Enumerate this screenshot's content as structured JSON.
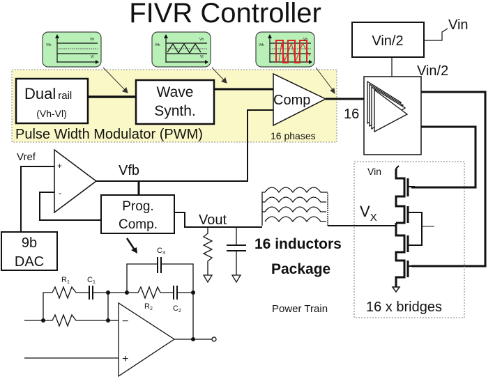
{
  "title": "FIVR Controller",
  "pwm": {
    "label": "Pulse Width Modulator (PWM)",
    "dual_rail_main": "Dual",
    "dual_rail_small": "rail",
    "dual_rail_sub": "(Vh-Vl)",
    "wave_line1": "Wave",
    "wave_line2": "Synth.",
    "comp": "Comp",
    "phases": "16 phases",
    "bg_color": "#fbf8c8"
  },
  "waveform_icons": [
    {
      "name": "rails",
      "vh": "Vh",
      "vl": "Vl",
      "vth": "Vth"
    },
    {
      "name": "triangle",
      "vh": "Vh",
      "vl": "Vl",
      "vth": "Vth"
    },
    {
      "name": "pwm-pulses",
      "vh": "Vh",
      "vl": "Vl",
      "vth": "Vth",
      "pulse_color": "#e02020"
    }
  ],
  "icon_bg": "#b8f0b8",
  "vin_half_box": "Vin/2",
  "vin_label": "Vin",
  "vin_half_label": "Vin/2",
  "bus_width": "16",
  "vref": "Vref",
  "vfb": "Vfb",
  "plus": "+",
  "minus": "-",
  "prog_comp_line1": "Prog.",
  "prog_comp_line2": "Comp.",
  "dac_line1": "9b",
  "dac_line2": "DAC",
  "vout": "Vout",
  "inductors": "16 inductors",
  "package": "Package",
  "power_train": "Power Train",
  "bridges": "16 x bridges",
  "bridge_vin": "Vin",
  "vx_main": "V",
  "vx_sub": "X",
  "comp_net": {
    "r1": "R",
    "r1_sub": "1",
    "c1": "C",
    "c1_sub": "1",
    "r2": "R",
    "r2_sub": "2",
    "c2": "C",
    "c2_sub": "2",
    "c3": "C",
    "c3_sub": "3",
    "minus": "−",
    "plus": "+"
  }
}
